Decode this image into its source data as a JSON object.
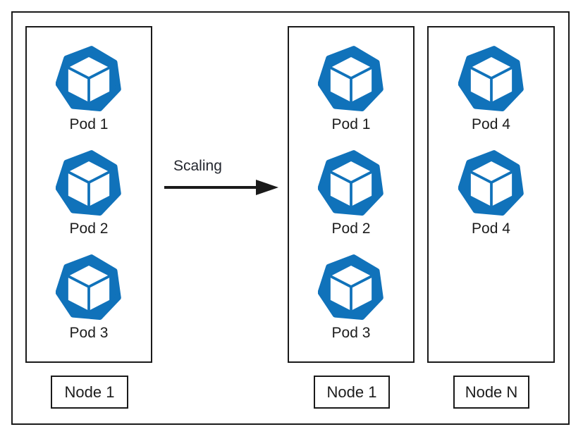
{
  "diagram": {
    "scaling_label": "Scaling",
    "colors": {
      "pod_blue": "#1072BA",
      "line_ink": "#1A1A1A"
    },
    "nodes": [
      {
        "label": "Node 1",
        "pods": [
          "Pod 1",
          "Pod 2",
          "Pod 3"
        ]
      },
      {
        "label": "Node 1",
        "pods": [
          "Pod 1",
          "Pod 2",
          "Pod 3"
        ]
      },
      {
        "label": "Node N",
        "pods": [
          "Pod 4",
          "Pod 4"
        ]
      }
    ],
    "icon_names": {
      "pod": "kubernetes-pod-icon"
    }
  }
}
